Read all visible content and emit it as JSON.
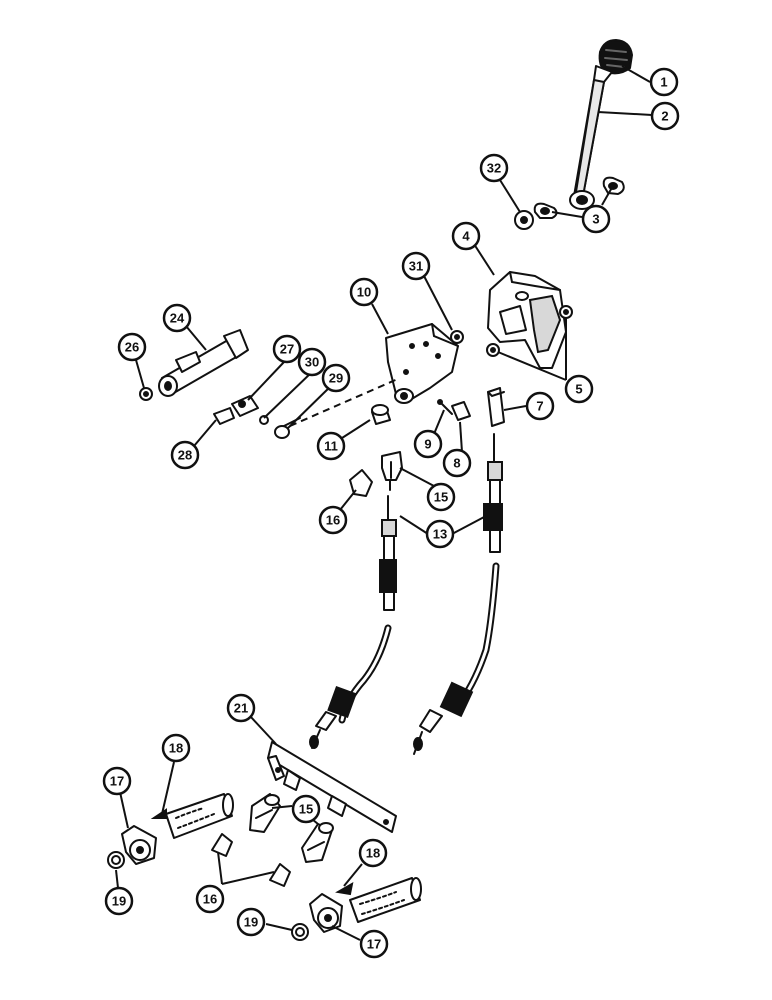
{
  "callouts": [
    {
      "id": "c1",
      "label": "1"
    },
    {
      "id": "c2",
      "label": "2"
    },
    {
      "id": "c3",
      "label": "3"
    },
    {
      "id": "c32",
      "label": "32"
    },
    {
      "id": "c4",
      "label": "4"
    },
    {
      "id": "c31",
      "label": "31"
    },
    {
      "id": "c10",
      "label": "10"
    },
    {
      "id": "c24",
      "label": "24"
    },
    {
      "id": "c26",
      "label": "26"
    },
    {
      "id": "c27",
      "label": "27"
    },
    {
      "id": "c30",
      "label": "30"
    },
    {
      "id": "c29",
      "label": "29"
    },
    {
      "id": "c28",
      "label": "28"
    },
    {
      "id": "c11",
      "label": "11"
    },
    {
      "id": "c9",
      "label": "9"
    },
    {
      "id": "c8",
      "label": "8"
    },
    {
      "id": "c7",
      "label": "7"
    },
    {
      "id": "c5",
      "label": "5"
    },
    {
      "id": "c15a",
      "label": "15"
    },
    {
      "id": "c16a",
      "label": "16"
    },
    {
      "id": "c13",
      "label": "13"
    },
    {
      "id": "c21",
      "label": "21"
    },
    {
      "id": "c18a",
      "label": "18"
    },
    {
      "id": "c17a",
      "label": "17"
    },
    {
      "id": "c19a",
      "label": "19"
    },
    {
      "id": "c15b",
      "label": "15"
    },
    {
      "id": "c16b",
      "label": "16"
    },
    {
      "id": "c18b",
      "label": "18"
    },
    {
      "id": "c19b",
      "label": "19"
    },
    {
      "id": "c17b",
      "label": "17"
    }
  ]
}
